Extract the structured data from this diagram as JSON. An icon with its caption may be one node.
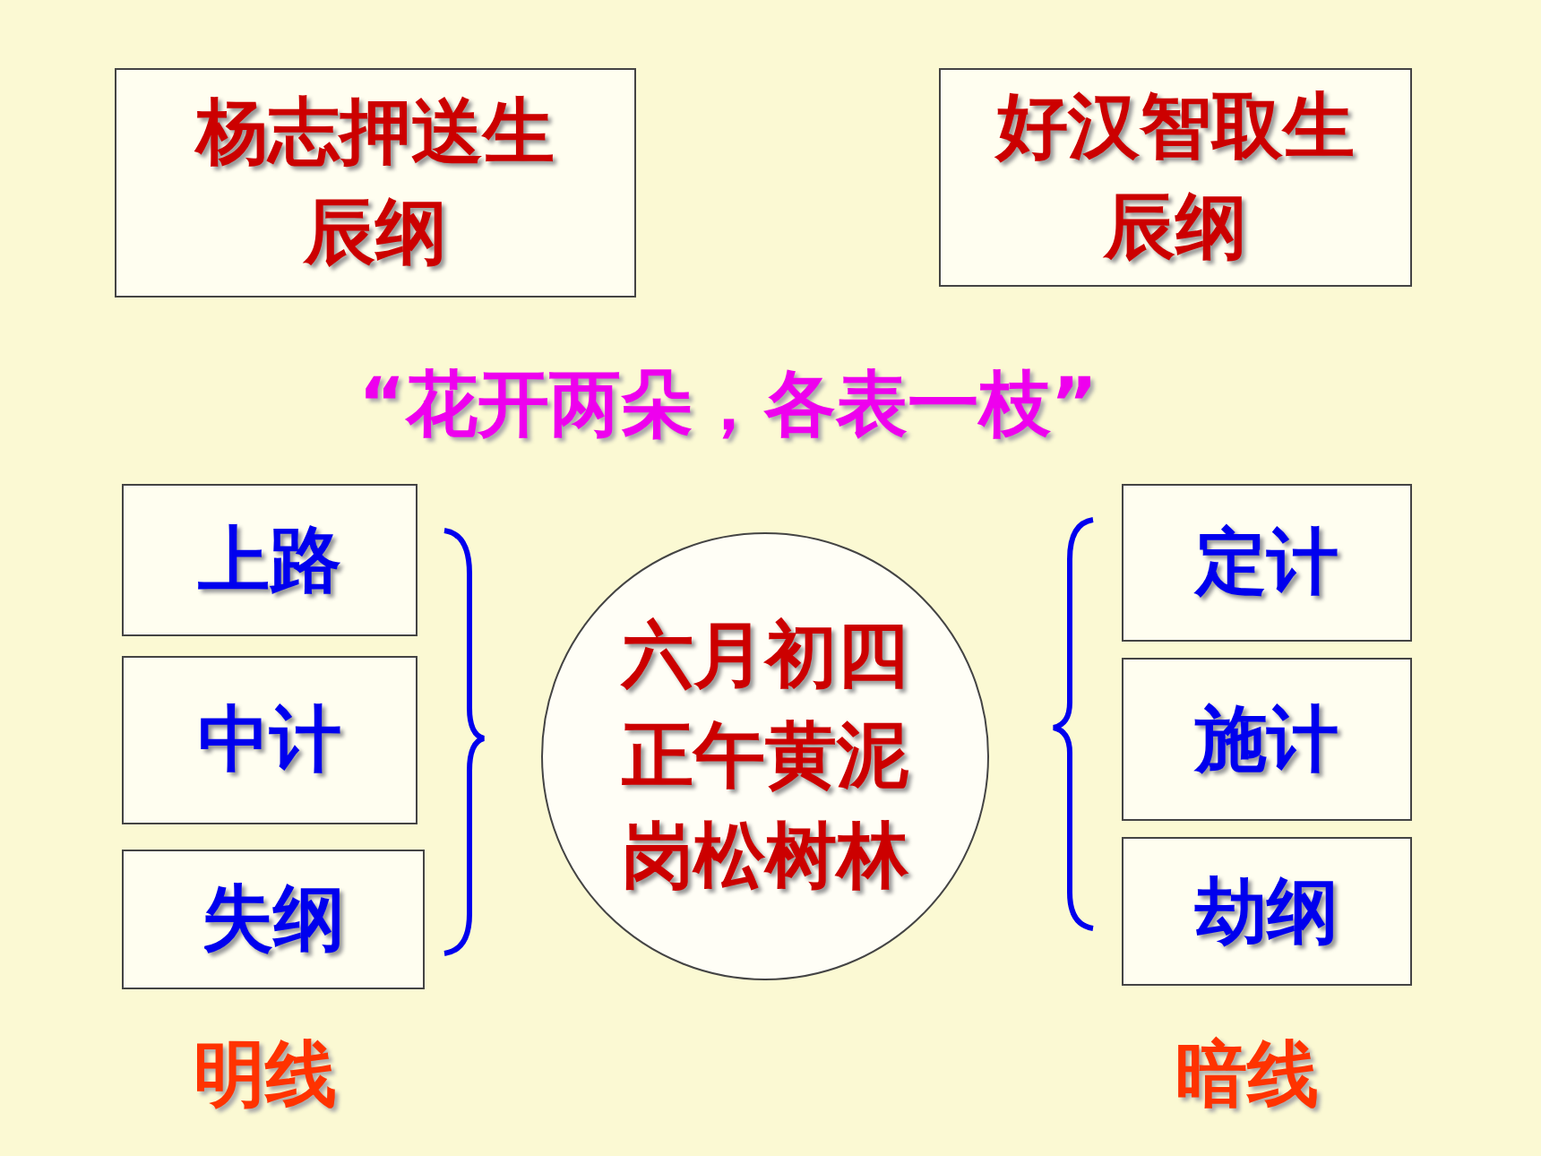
{
  "diagram": {
    "nodes": [
      {
        "text": [
          "杨志押送生辰纲"
        ]
      },
      {
        "text": [
          "好汉智取生辰纲"
        ]
      },
      {
        "text": [
          "上路"
        ]
      },
      {
        "text": [
          "中计"
        ]
      },
      {
        "text": [
          "失纲"
        ]
      },
      {
        "text": [
          "六月初四正午黄泥岗松树林"
        ]
      },
      {
        "text": [
          "定计"
        ]
      },
      {
        "text": [
          "施计"
        ]
      },
      {
        "text": [
          "劫纲"
        ]
      }
    ],
    "edges": [],
    "labels": [
      "“花开两朵，各表一枝”",
      "明线",
      "暗线"
    ]
  }
}
